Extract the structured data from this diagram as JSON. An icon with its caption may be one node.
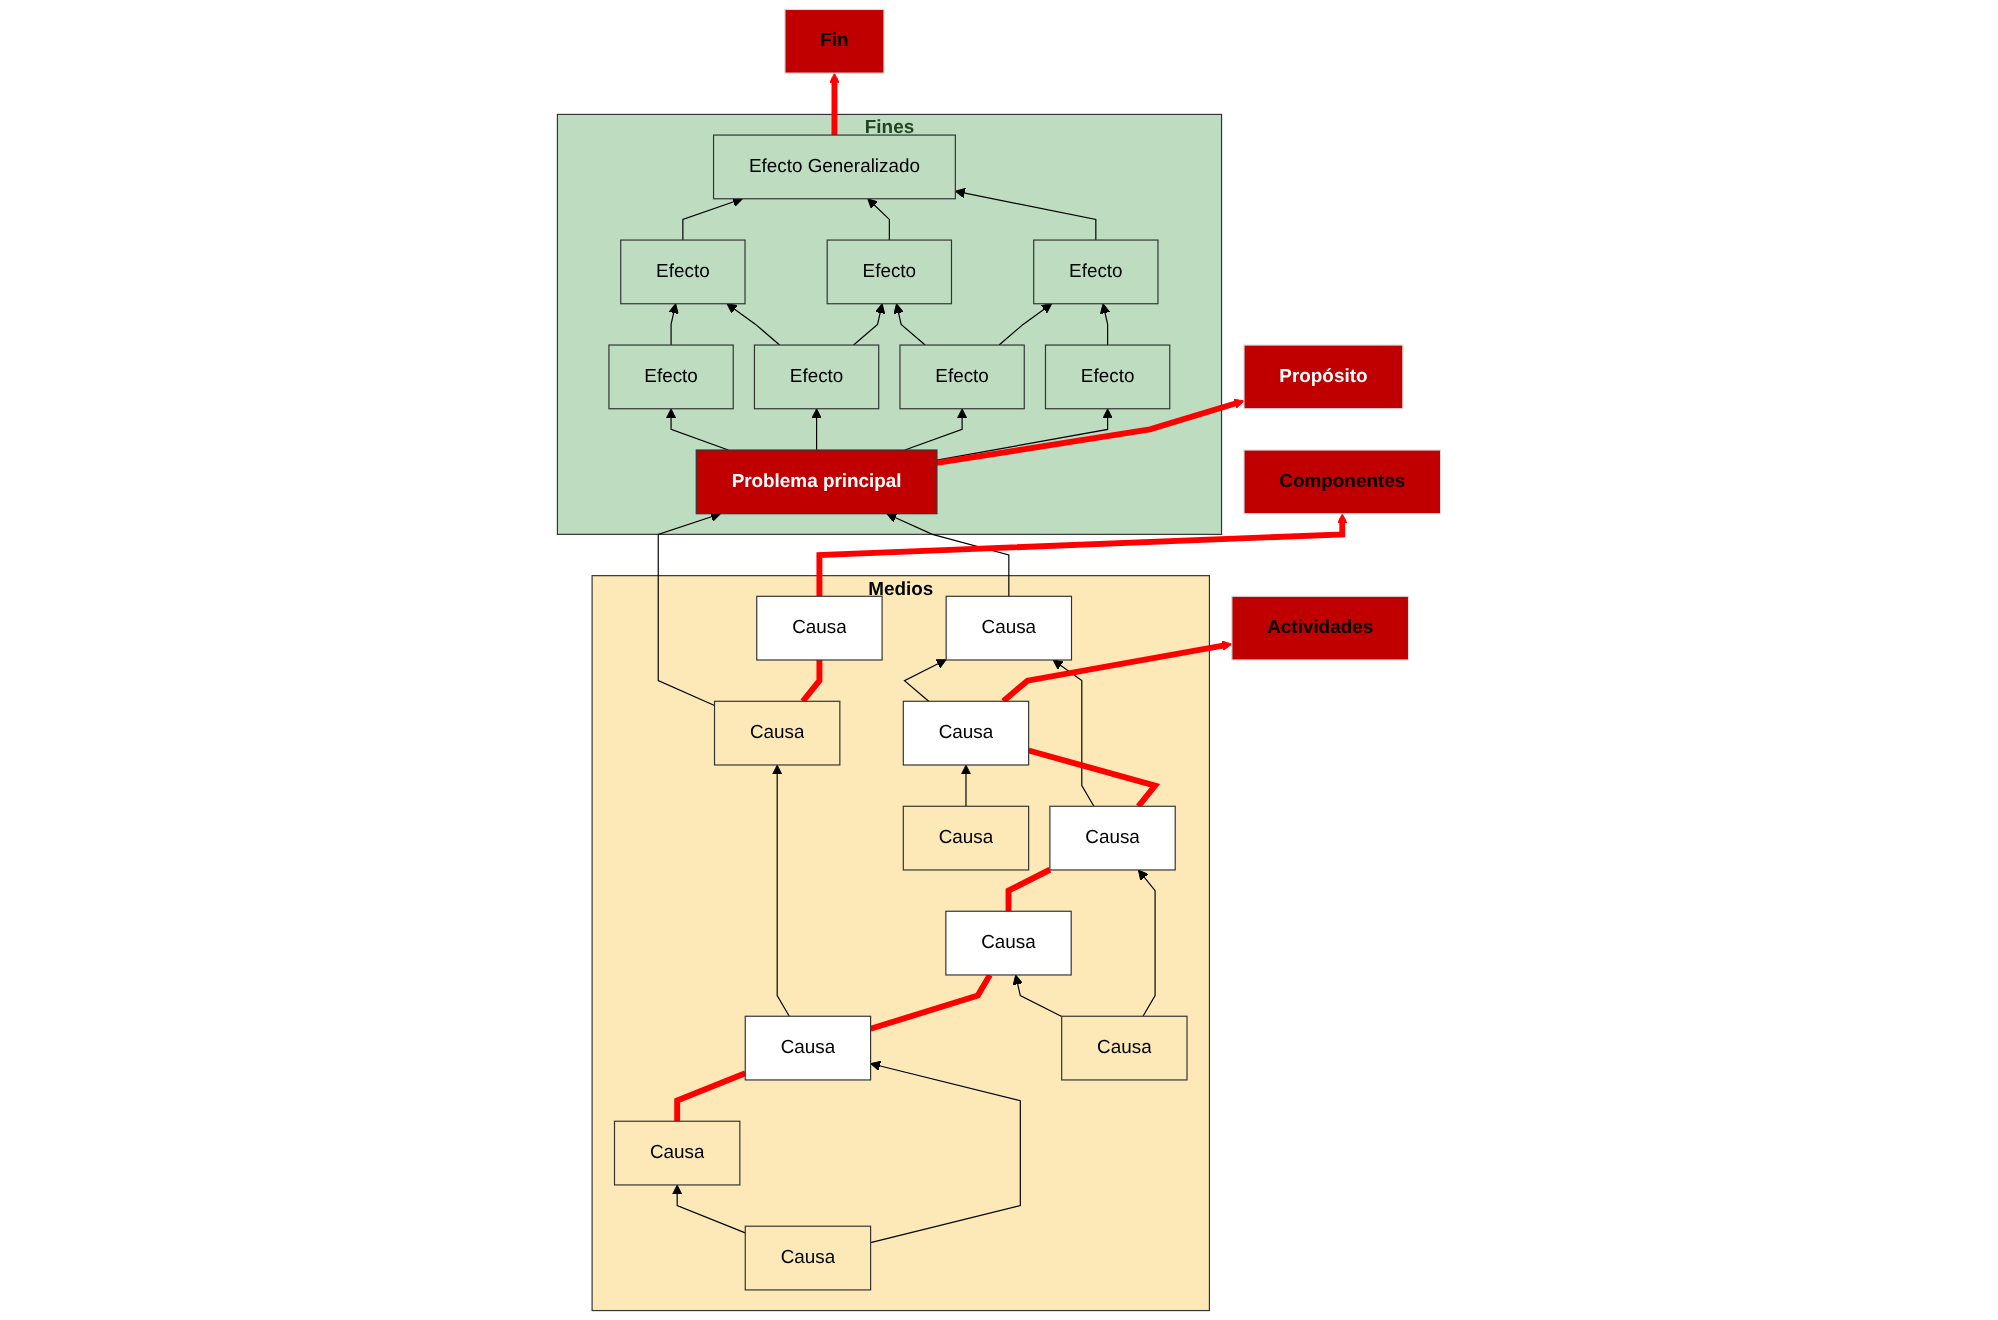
{
  "diagram": {
    "nodes": [
      {
        "text": [
          "Fines"
        ]
      },
      {
        "text": [
          "Efecto Generalizado"
        ],
        "in": 0
      },
      {
        "text": [
          "Efecto"
        ],
        "in": 0
      },
      {
        "text": [
          "Efecto"
        ],
        "in": 0
      },
      {
        "text": [
          "Efecto"
        ],
        "in": 0
      },
      {
        "text": [
          "Efecto"
        ],
        "in": 0
      },
      {
        "text": [
          "Efecto"
        ],
        "in": 0
      },
      {
        "text": [
          "Efecto"
        ],
        "in": 0
      },
      {
        "text": [
          "Efecto"
        ],
        "in": 0
      },
      {
        "text": [
          "Problema principal"
        ],
        "in": 0
      },
      {
        "text": [
          "Medios"
        ]
      },
      {
        "text": [
          "Causa"
        ],
        "in": 10
      },
      {
        "text": [
          "Causa"
        ],
        "in": 10
      },
      {
        "text": [
          "Causa"
        ],
        "in": 10
      },
      {
        "text": [
          "Causa"
        ],
        "in": 10
      },
      {
        "text": [
          "Causa"
        ],
        "in": 10
      },
      {
        "text": [
          "Causa"
        ],
        "in": 10
      },
      {
        "text": [
          "Causa"
        ],
        "in": 10
      },
      {
        "text": [
          "Causa"
        ],
        "in": 10
      },
      {
        "text": [
          "Causa"
        ],
        "in": 10
      },
      {
        "text": [
          "Causa"
        ],
        "in": 10
      },
      {
        "text": [
          "Causa"
        ],
        "in": 10
      },
      {
        "text": [
          "Fin"
        ]
      },
      {
        "text": [
          "Propósito"
        ]
      },
      {
        "text": [
          "Componentes"
        ]
      },
      {
        "text": [
          "Actividades"
        ]
      }
    ],
    "edges": [
      {
        "from": 2,
        "to": 1,
        "arrow": "to"
      },
      {
        "from": 3,
        "to": 1,
        "arrow": "to"
      },
      {
        "from": 4,
        "to": 1,
        "arrow": "to"
      },
      {
        "from": 5,
        "to": 2,
        "arrow": "to"
      },
      {
        "from": 6,
        "to": 2,
        "arrow": "to"
      },
      {
        "from": 6,
        "to": 3,
        "arrow": "to"
      },
      {
        "from": 7,
        "to": 3,
        "arrow": "to"
      },
      {
        "from": 7,
        "to": 4,
        "arrow": "to"
      },
      {
        "from": 8,
        "to": 4,
        "arrow": "to"
      },
      {
        "from": 9,
        "to": 5,
        "arrow": "to"
      },
      {
        "from": 9,
        "to": 6,
        "arrow": "to"
      },
      {
        "from": 9,
        "to": 7,
        "arrow": "to"
      },
      {
        "from": 9,
        "to": 8,
        "arrow": "to"
      },
      {
        "from": 11,
        "to": 9,
        "arrow": "to"
      },
      {
        "from": 13,
        "to": 9,
        "arrow": "to"
      },
      {
        "from": 15,
        "to": 11,
        "arrow": "to"
      },
      {
        "from": 17,
        "to": 13,
        "arrow": "to"
      },
      {
        "from": 18,
        "to": 13,
        "arrow": "to"
      },
      {
        "from": 19,
        "to": 14,
        "arrow": "to"
      },
      {
        "from": 19,
        "to": 15,
        "arrow": "to"
      },
      {
        "from": 20,
        "to": 16,
        "arrow": "to"
      },
      {
        "from": 20,
        "to": 17,
        "arrow": "to"
      },
      {
        "from": 21,
        "to": 18,
        "arrow": "to"
      },
      {
        "from": 1,
        "to": 22,
        "arrow": "to",
        "style": "thick",
        "color": "#ff0000"
      },
      {
        "from": 9,
        "to": 23,
        "arrow": "to",
        "style": "thick",
        "color": "#ff0000"
      },
      {
        "from": 11,
        "to": 12,
        "arrow": "none",
        "style": "thick",
        "color": "#ff0000"
      },
      {
        "from": 12,
        "to": 24,
        "arrow": "to",
        "style": "thick",
        "color": "#ff0000"
      },
      {
        "from": 14,
        "to": 15,
        "arrow": "none",
        "style": "thick",
        "color": "#ff0000"
      },
      {
        "from": 15,
        "to": 16,
        "arrow": "none",
        "style": "thick",
        "color": "#ff0000"
      },
      {
        "from": 16,
        "to": 17,
        "arrow": "none",
        "style": "thick",
        "color": "#ff0000"
      },
      {
        "from": 17,
        "to": 18,
        "arrow": "none",
        "style": "thick",
        "color": "#ff0000"
      },
      {
        "from": 18,
        "to": 25,
        "arrow": "to",
        "style": "thick",
        "color": "#ff0000"
      }
    ]
  }
}
